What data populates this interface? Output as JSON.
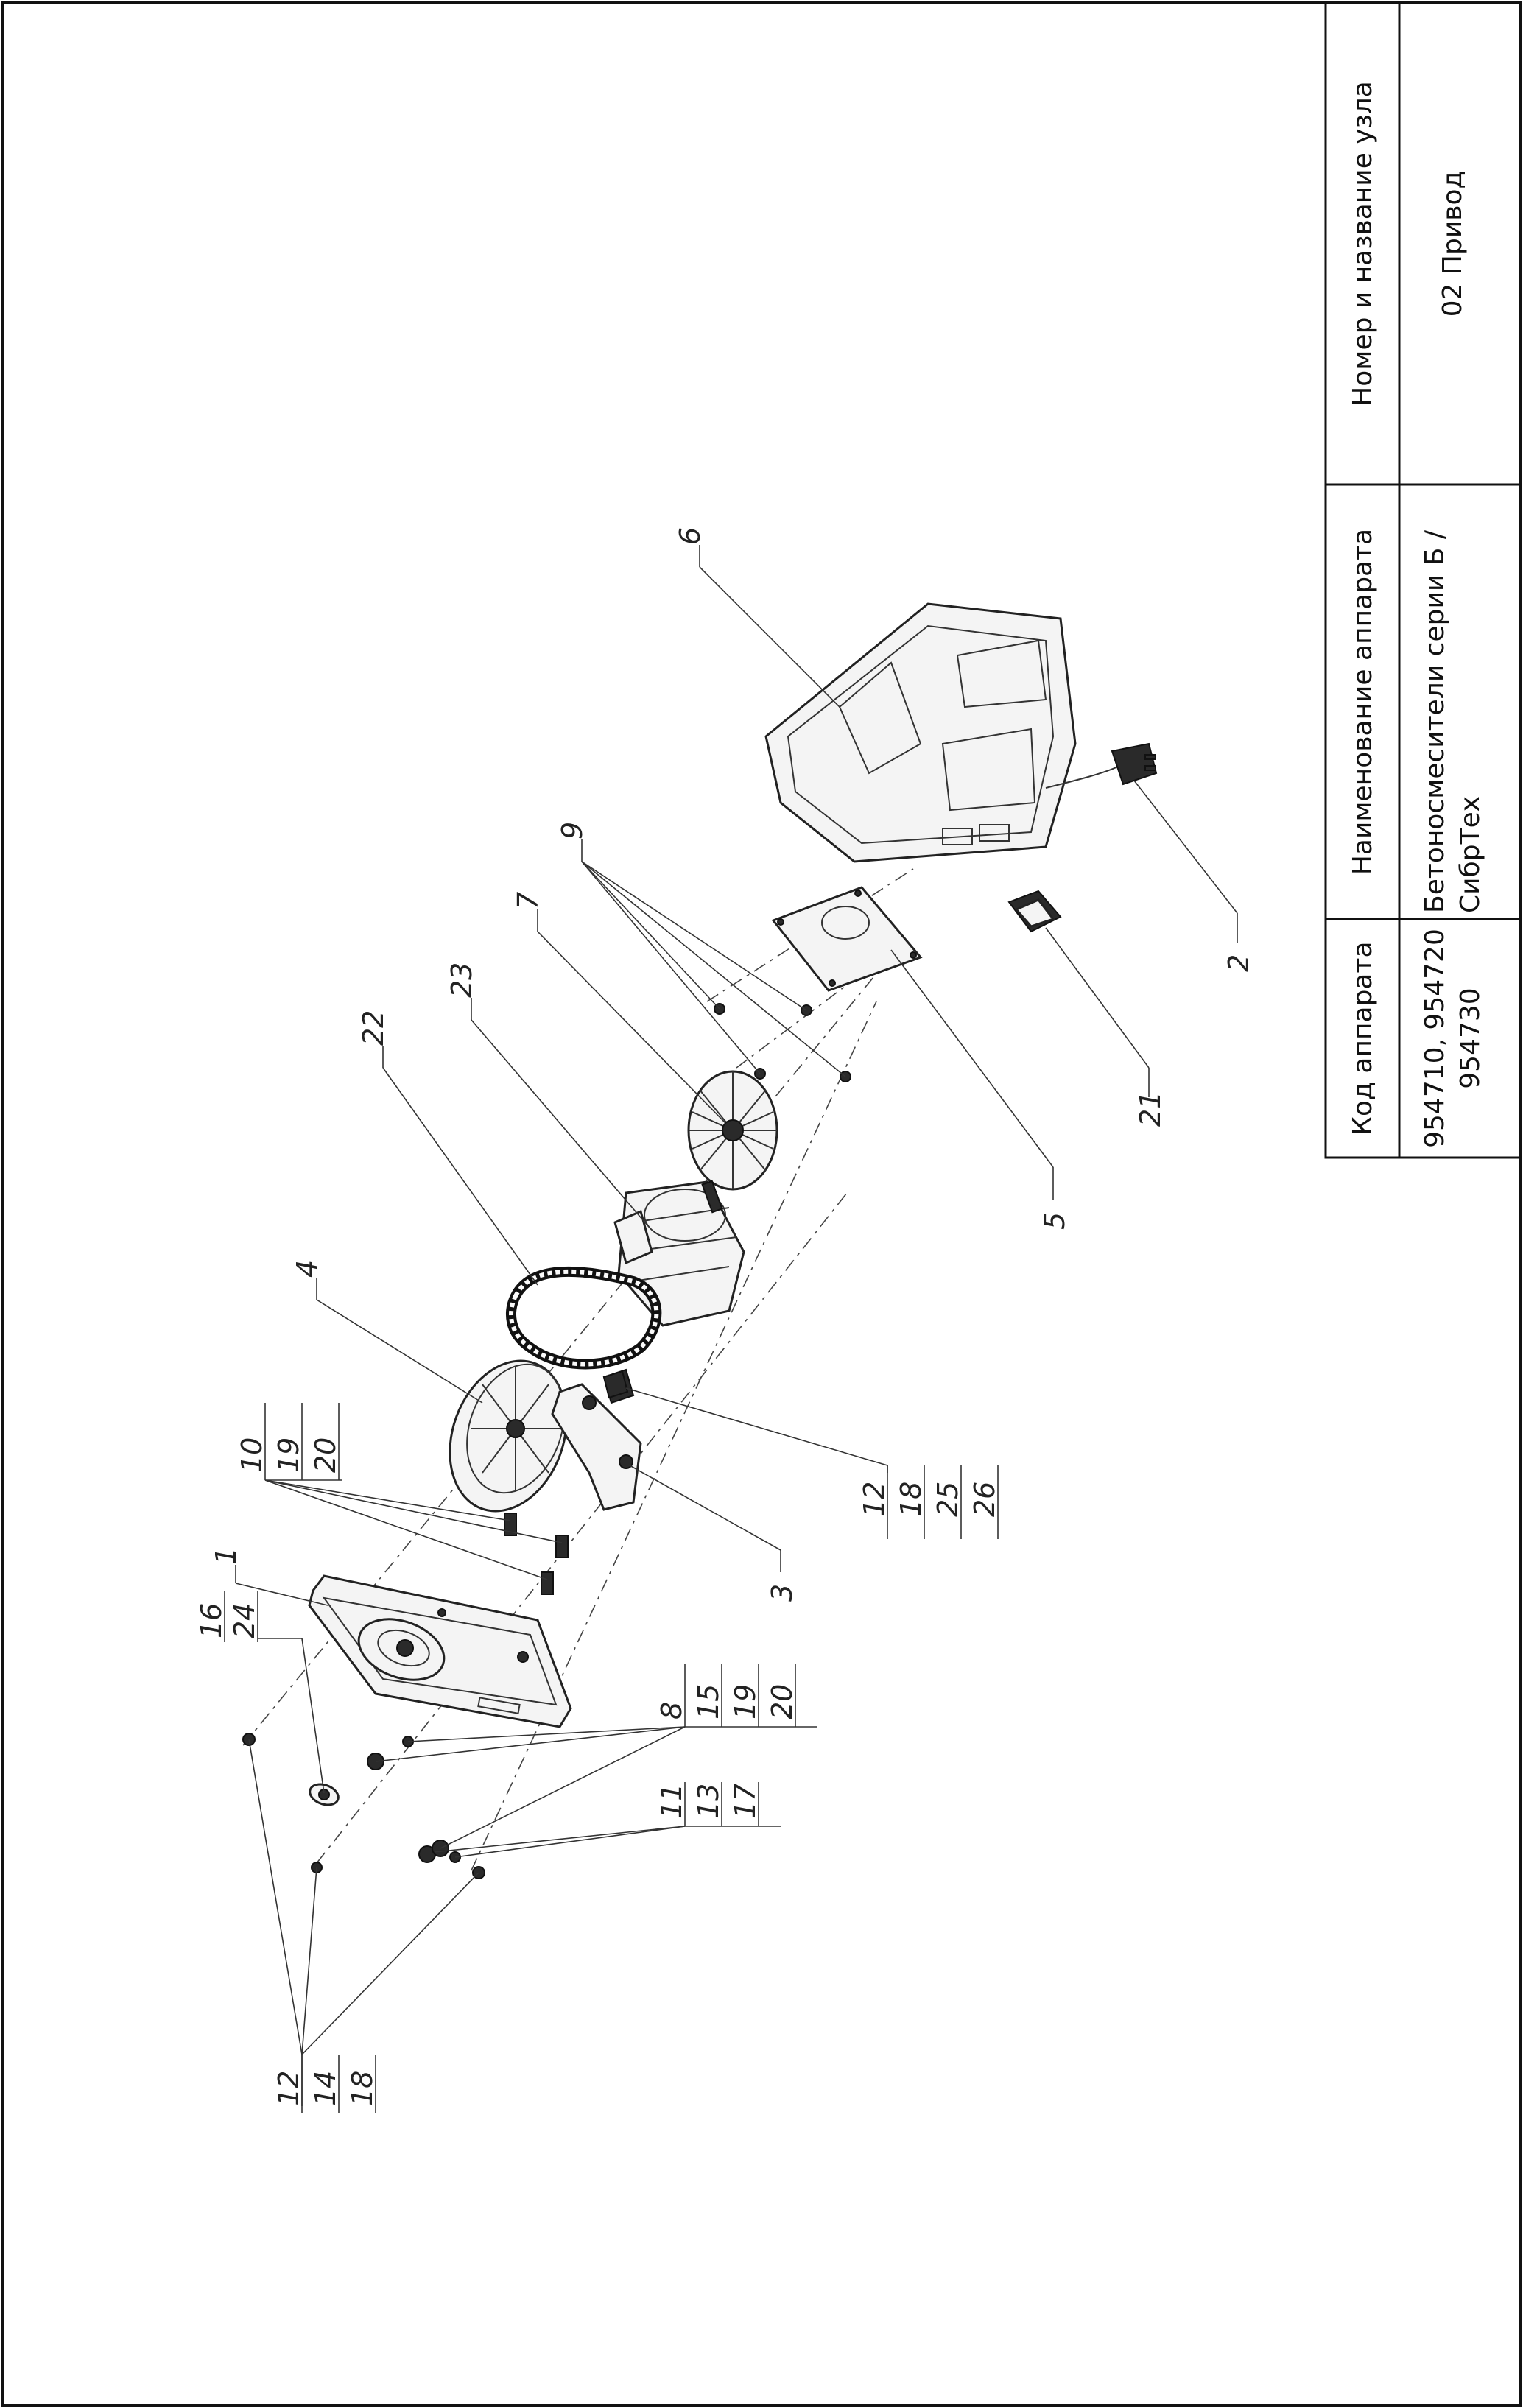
{
  "title_block": {
    "col1_header": "Код аппарата",
    "col1_value_line1": "954710, 954720",
    "col1_value_line2": "954730",
    "col2_header": "Наименование аппарата",
    "col2_value_line1": "Бетоносмесители серии Б /",
    "col2_value_line2": "СибрТех",
    "col3_header": "Номер и название узла",
    "col3_value": "02 Привод"
  },
  "callouts": {
    "c1": "1",
    "c2": "2",
    "c3": "3",
    "c4": "4",
    "c5": "5",
    "c6": "6",
    "c7": "7",
    "c9": "9",
    "c21": "21",
    "c22": "22",
    "c23": "23",
    "g16": [
      "16",
      "24"
    ],
    "g10": [
      "10",
      "19",
      "20"
    ],
    "g8": [
      "8",
      "15",
      "19",
      "20"
    ],
    "g11": [
      "11",
      "13",
      "17"
    ],
    "g12a": [
      "12",
      "14",
      "18"
    ],
    "g12b": [
      "12",
      "18",
      "25",
      "26"
    ]
  }
}
